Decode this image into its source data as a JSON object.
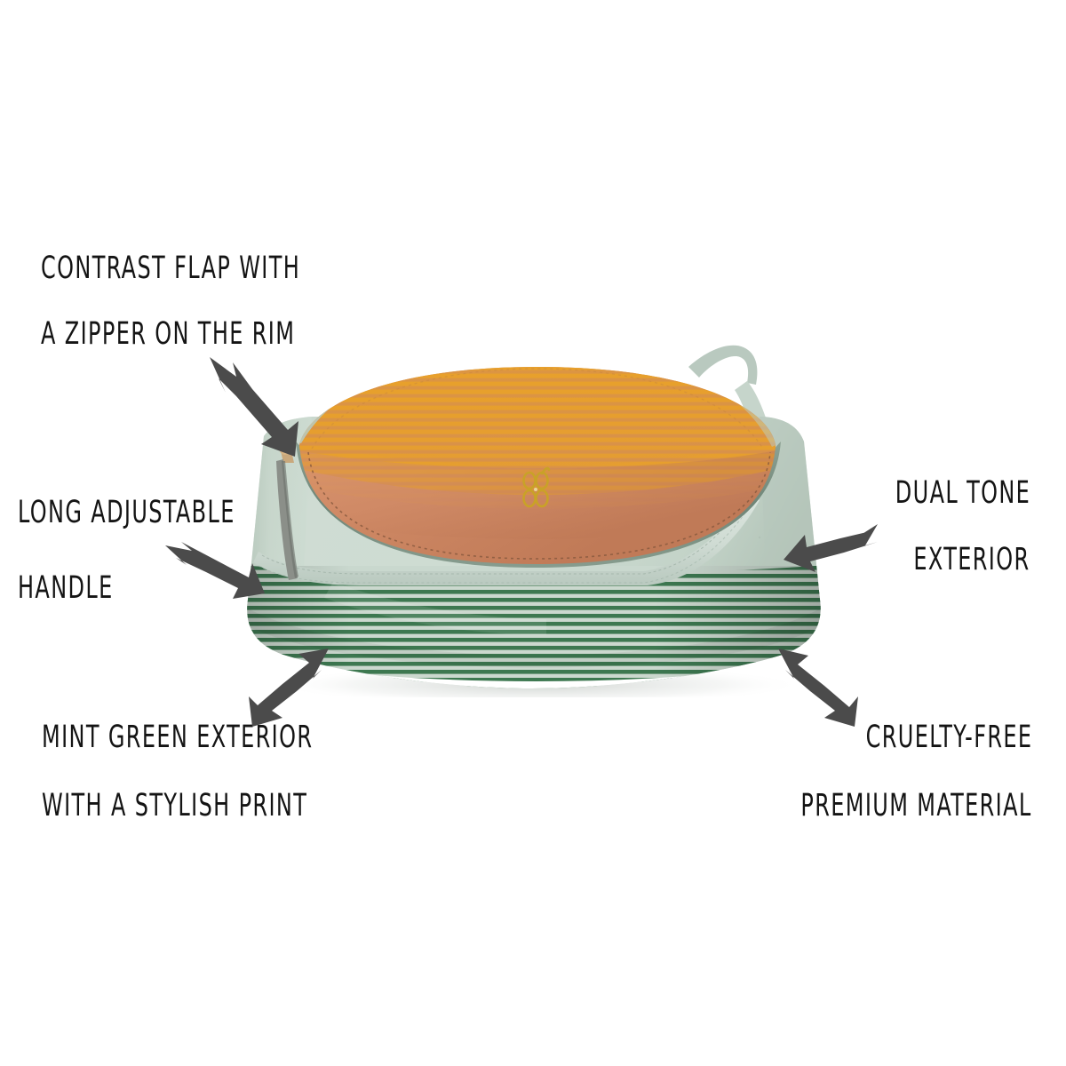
{
  "page": {
    "background_color": "#ffffff",
    "type": "annotated-product-photo",
    "subject": "dual tone mint green crossbody sling bag"
  },
  "annotations": [
    {
      "id": "contrast-flap",
      "lines": [
        "CONTRAST FLAP WITH",
        "A ZIPPER ON THE RIM"
      ],
      "line1": "CONTRAST FLAP WITH",
      "line2": "A ZIPPER ON THE RIM",
      "position": "top-left",
      "arrow_direction": "down-right"
    },
    {
      "id": "long-adjustable-handle",
      "lines": [
        "LONG ADJUSTABLE",
        "HANDLE"
      ],
      "line1": "LONG ADJUSTABLE",
      "line2": "HANDLE",
      "position": "middle-left",
      "arrow_direction": "right-down"
    },
    {
      "id": "dual-tone-exterior",
      "lines": [
        "DUAL TONE",
        "EXTERIOR"
      ],
      "line1": "DUAL TONE",
      "line2": "EXTERIOR",
      "position": "middle-right",
      "arrow_direction": "left"
    },
    {
      "id": "mint-green-exterior",
      "lines": [
        "MINT GREEN EXTERIOR",
        "WITH A STYLISH PRINT"
      ],
      "line1": "MINT GREEN EXTERIOR",
      "line2": "WITH A STYLISH PRINT",
      "position": "bottom-left",
      "arrow_direction": "up-right"
    },
    {
      "id": "cruelty-free-premium-material",
      "lines": [
        "CRUELTY-FREE",
        "PREMIUM MATERIAL"
      ],
      "line1": "CRUELTY-FREE",
      "line2": "PREMIUM MATERIAL",
      "position": "bottom-right",
      "arrow_direction": "up-left"
    }
  ],
  "colors": {
    "text": "#141414",
    "arrow": "#4b4b4b",
    "background": "#ffffff",
    "mint_body": "#ccdbd0",
    "mint_body_shadow": "#b4c6ba",
    "mint_strap": "#d4e0d7",
    "salmon_flap": "#d08a66",
    "salmon_flap_dark": "#c07a56",
    "amber_stripe": "#e8a02a",
    "amber_stripe_alt": "#d99a4e",
    "green_stripe": "#3e7a52",
    "green_stripe_alt": "#cfdcd2",
    "zipper_tape": "#7f9687",
    "zipper_metal": "#c9a87c",
    "logo_gold": "#c9a227",
    "stitch": "#8a5a40"
  },
  "product": {
    "logo_label": "gold-emblem-logo",
    "parts": [
      "amber-striped-flap-top",
      "salmon-flap",
      "rim-zipper",
      "zipper-pull",
      "mint-green-body",
      "green-striped-base",
      "adjustable-shoulder-strap"
    ]
  }
}
